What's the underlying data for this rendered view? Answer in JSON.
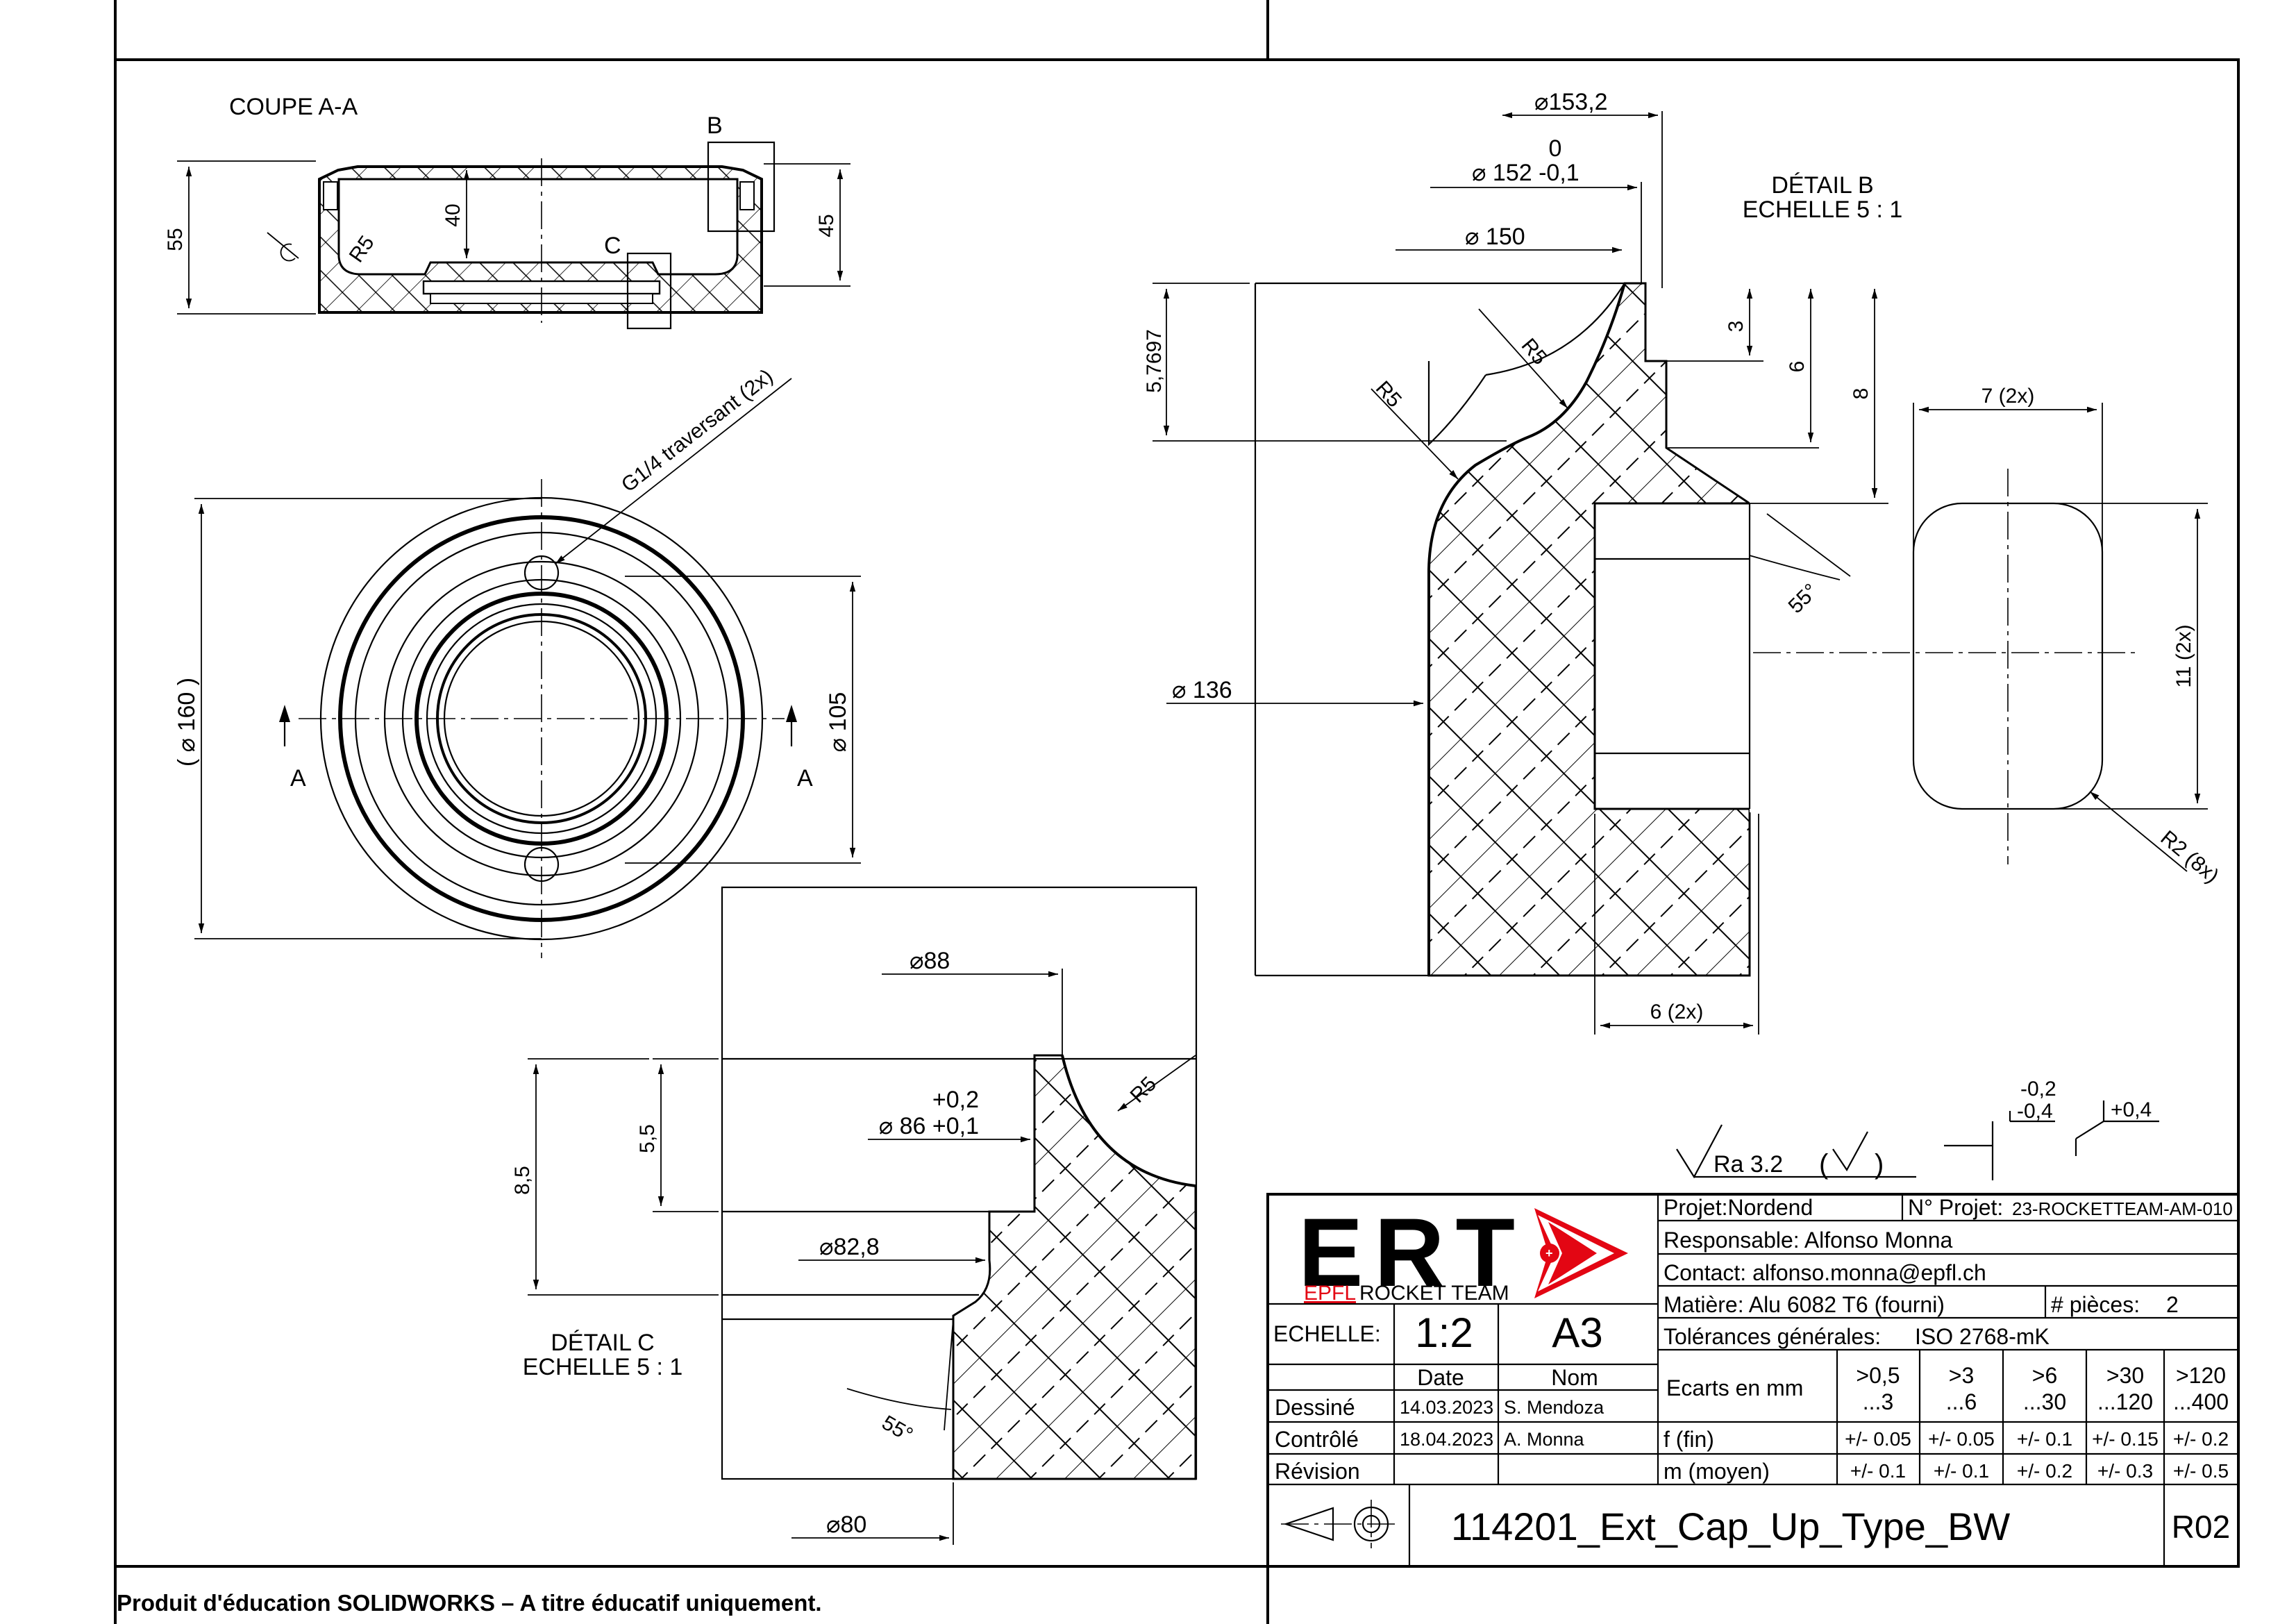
{
  "footer": "Produit d'éducation SOLIDWORKS – A titre éducatif uniquement.",
  "views": {
    "section": {
      "title": "COUPE A-A",
      "dims": {
        "d55": "55",
        "d40": "40",
        "d45": "45",
        "r5": "R5"
      },
      "callouts": {
        "b": "B",
        "c": "C"
      }
    },
    "top": {
      "thread_note": "G1/4 traversant (2x)",
      "dia160": "160",
      "dia105": "105",
      "section_mark": "A"
    },
    "detail_b": {
      "title": "DÉTAIL B",
      "scale": "ECHELLE 5 : 1",
      "dims": {
        "d153": "153,2",
        "d152_upper": "0",
        "d152": "152 -0,1",
        "d150": "150",
        "h57697": "5,7697",
        "r5a": "R5",
        "r5b": "R5",
        "v3": "3",
        "v6": "6",
        "v8": "8",
        "w7": "7 (2x)",
        "d136": "136",
        "a55": "55°",
        "h11": "11 (2x)",
        "r2": "R2 (8x)",
        "w6": "6 (2x)"
      }
    },
    "detail_c": {
      "title": "DÉTAIL C",
      "scale": "ECHELLE 5 : 1",
      "dims": {
        "d88": "88",
        "tol_upper": "+0,2",
        "d86": "86 +0,1",
        "r5": "R5",
        "v55": "5,5",
        "v85": "8,5",
        "d828": "82,8",
        "a55": "55°",
        "d80": "80"
      }
    }
  },
  "symbols": {
    "roughness": "Ra 3.2",
    "tol_a_upper": "-0,2",
    "tol_a_lower": "-0,4",
    "tol_b": "+0,4"
  },
  "title_block": {
    "logo_text": "ERT",
    "logo_sub_a": "EPFL",
    "logo_sub_b": "ROCKET TEAM",
    "echelle_label": "ECHELLE:",
    "echelle_value": "1:2",
    "format": "A3",
    "date_header": "Date",
    "nom_header": "Nom",
    "rows": [
      {
        "label": "Dessiné",
        "date": "14.03.2023",
        "nom": "S. Mendoza"
      },
      {
        "label": "Contrôlé",
        "date": "18.04.2023",
        "nom": "A. Monna"
      },
      {
        "label": "Révision",
        "date": "",
        "nom": ""
      }
    ],
    "projet_label": "Projet:",
    "projet_value": "Nordend",
    "no_projet_label": "N° Projet:",
    "no_projet_value": "23-ROCKETTEAM-AM-010",
    "responsable": "Responsable: Alfonso Monna",
    "contact": "Contact: alfonso.monna@epfl.ch",
    "matiere": "Matière: Alu 6082 T6 (fourni)",
    "pieces_label": "# pièces:",
    "pieces_value": "2",
    "tolerances_label": "Tolérances générales:",
    "tolerances_value": "ISO 2768-mK",
    "ecarts_label": "Ecarts en mm",
    "ranges": [
      {
        "top": ">0,5",
        "bottom": "...3"
      },
      {
        "top": ">3",
        "bottom": "...6"
      },
      {
        "top": ">6",
        "bottom": "...30"
      },
      {
        "top": ">30",
        "bottom": "...120"
      },
      {
        "top": ">120",
        "bottom": "...400"
      }
    ],
    "fin_label": "f (fin)",
    "fin_values": [
      "+/- 0.05",
      "+/- 0.05",
      "+/- 0.1",
      "+/- 0.15",
      "+/- 0.2"
    ],
    "moyen_label": "m (moyen)",
    "moyen_values": [
      "+/- 0.1",
      "+/- 0.1",
      "+/- 0.2",
      "+/- 0.3",
      "+/- 0.5"
    ],
    "drawing_name": "114201_Ext_Cap_Up_Type_BW",
    "revision": "R02"
  }
}
